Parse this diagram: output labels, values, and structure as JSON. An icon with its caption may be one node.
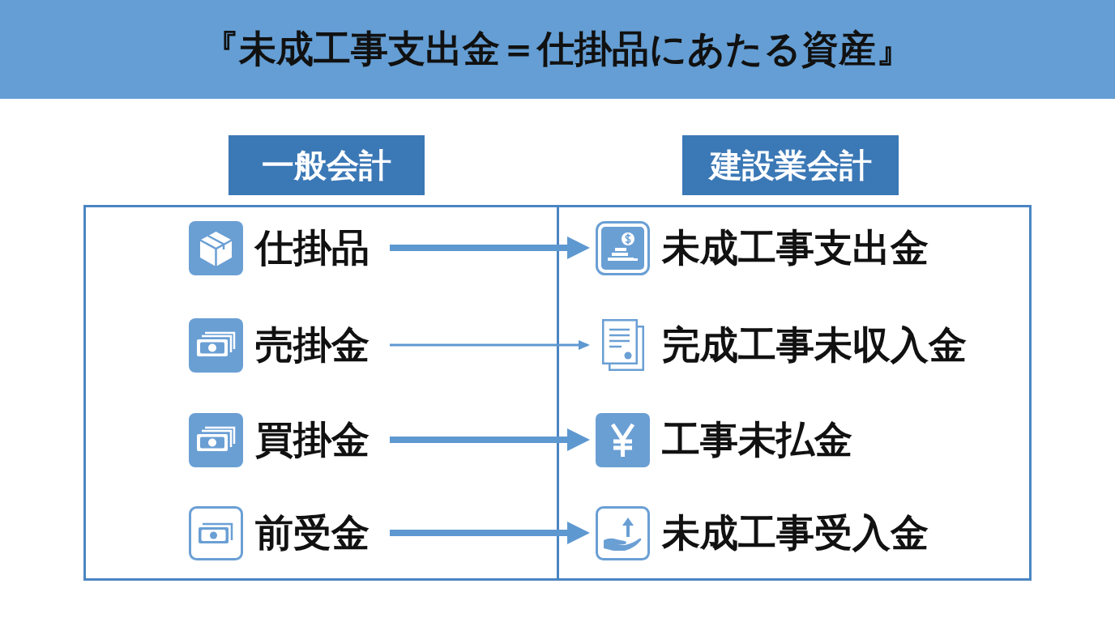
{
  "diagram": {
    "title": "『未成工事支出金＝仕掛品にあたる資産』",
    "nodes": [
      {
        "text": [
          "一般会計"
        ]
      },
      {
        "text": [
          "建設業会計"
        ]
      },
      {
        "text": [
          "仕掛品"
        ]
      },
      {
        "text": [
          "未成工事支出金"
        ]
      },
      {
        "text": [
          "売掛金"
        ]
      },
      {
        "text": [
          "完成工事未収入金"
        ]
      },
      {
        "text": [
          "買掛金"
        ]
      },
      {
        "text": [
          "工事未払金"
        ]
      },
      {
        "text": [
          "前受金"
        ]
      },
      {
        "text": [
          "未成工事受入金"
        ]
      }
    ],
    "edges": [
      {
        "from": 2,
        "to": 3,
        "arrow": "to"
      },
      {
        "from": 4,
        "to": 5,
        "arrow": "to"
      },
      {
        "from": 6,
        "to": 7,
        "arrow": "to"
      },
      {
        "from": 8,
        "to": 9,
        "arrow": "to"
      }
    ]
  }
}
